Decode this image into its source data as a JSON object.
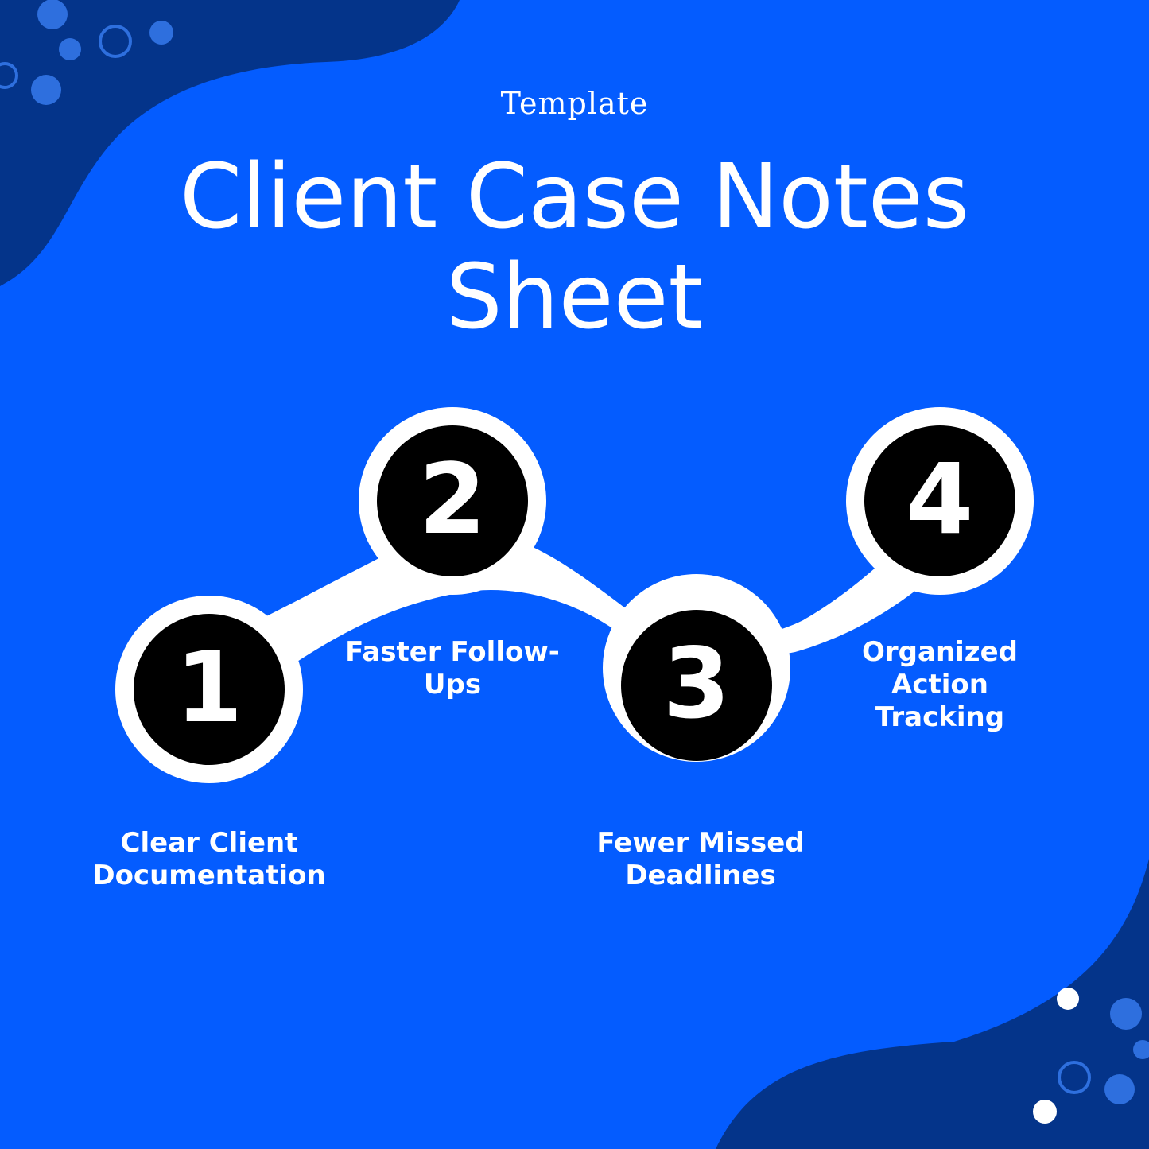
{
  "header": {
    "eyebrow": "Template",
    "title_line1": "Client Case Notes",
    "title_line2": "Sheet"
  },
  "steps": [
    {
      "number": "1",
      "label_lines": [
        "Clear Client",
        "Documentation"
      ]
    },
    {
      "number": "2",
      "label_lines": [
        "Faster Follow-",
        "Ups"
      ]
    },
    {
      "number": "3",
      "label_lines": [
        "Fewer Missed",
        "Deadlines"
      ]
    },
    {
      "number": "4",
      "label_lines": [
        "Organized",
        "Action",
        "Tracking"
      ]
    }
  ],
  "colors": {
    "background": "#045cff",
    "dark_blob": "#04348a",
    "dot_light": "#2e6fde",
    "connector": "#ffffff",
    "node": "#000000",
    "text": "#ffffff"
  }
}
